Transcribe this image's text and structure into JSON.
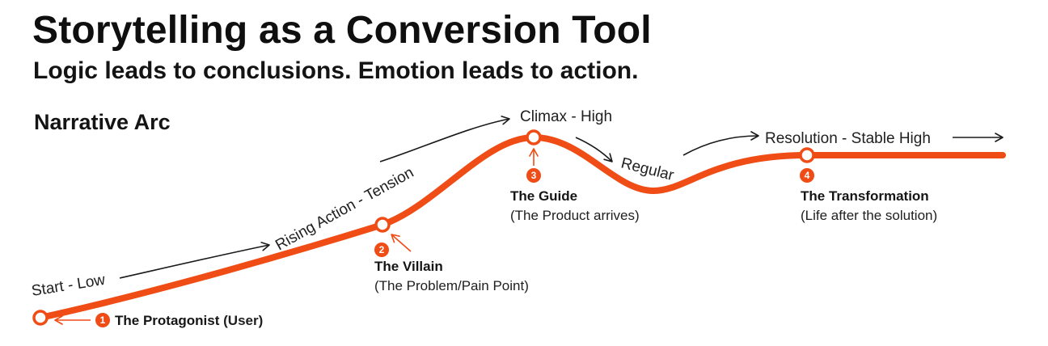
{
  "header": {
    "title": "Storytelling as a Conversion Tool",
    "subtitle": "Logic leads to conclusions. Emotion leads to action."
  },
  "diagram": {
    "label": "Narrative Arc",
    "accent_color": "#ef4c16",
    "stages": {
      "start": "Start - Low",
      "rising": "Rising Action - Tension",
      "climax": "Climax - High",
      "regular": "Regular",
      "resolution": "Resolution - Stable High"
    },
    "points": [
      {
        "number": "1",
        "title": "The Protagonist",
        "desc": " (User)"
      },
      {
        "number": "2",
        "title": "The Villain",
        "desc": "(The Problem/Pain Point)"
      },
      {
        "number": "3",
        "title": "The Guide",
        "desc": "(The Product arrives)"
      },
      {
        "number": "4",
        "title": "The Transformation",
        "desc": "(Life after the solution)"
      }
    ]
  }
}
